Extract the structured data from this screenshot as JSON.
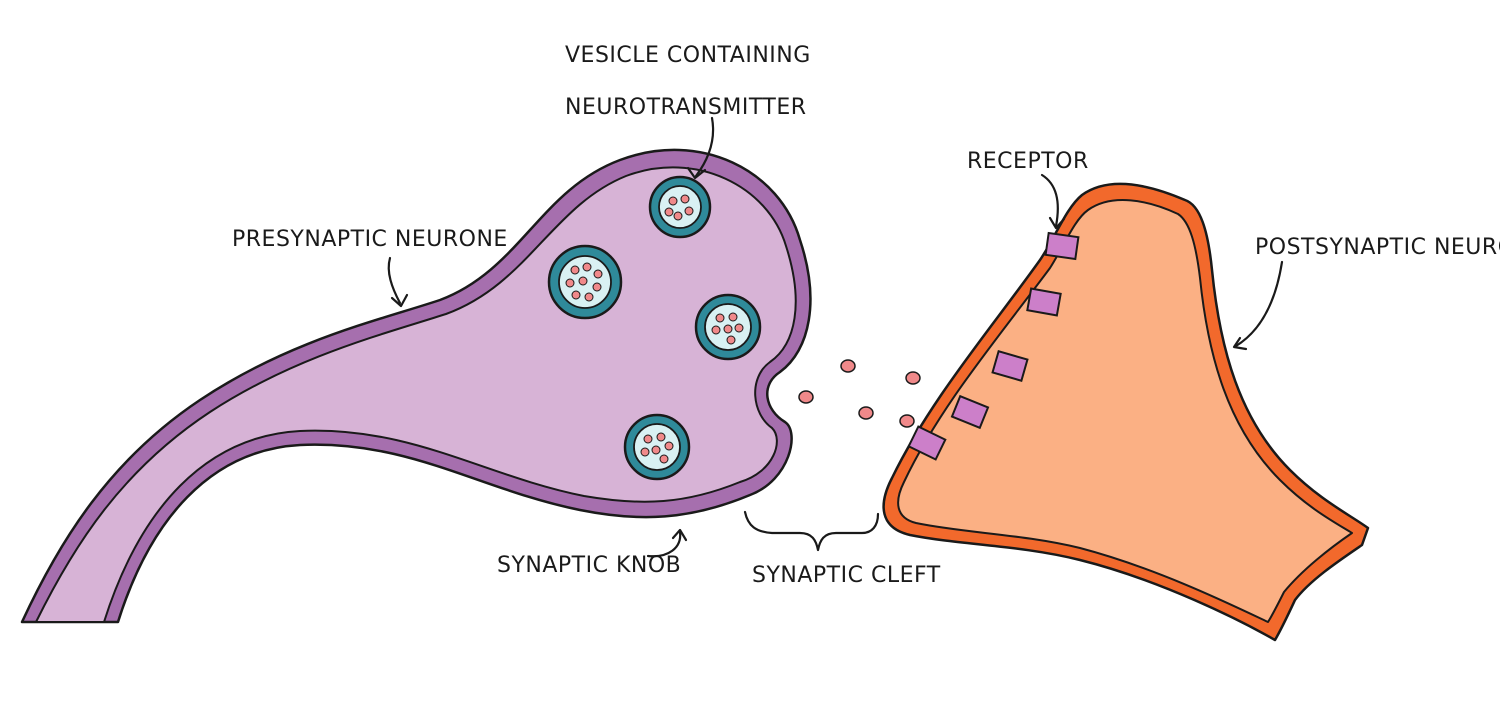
{
  "labels": {
    "vesicle_line1": "VESICLE CONTAINING",
    "vesicle_line2": "NEUROTRANSMITTER",
    "presynaptic": "PRESYNAPTIC NEURONE",
    "receptor": "RECEPTOR",
    "postsynaptic": "POSTSYNAPTIC NEURONE",
    "synaptic_knob": "SYNAPTIC KNOB",
    "synaptic_cleft": "SYNAPTIC CLEFT"
  },
  "colors": {
    "presynaptic_fill": "#d7b3d6",
    "presynaptic_membrane": "#a66fae",
    "postsynaptic_fill": "#fbb084",
    "postsynaptic_membrane": "#f2692c",
    "vesicle_ring": "#2f8a9a",
    "vesicle_fill": "#d9f1f3",
    "neurotransmitter": "#f0898a",
    "receptor": "#cc7fc9"
  }
}
